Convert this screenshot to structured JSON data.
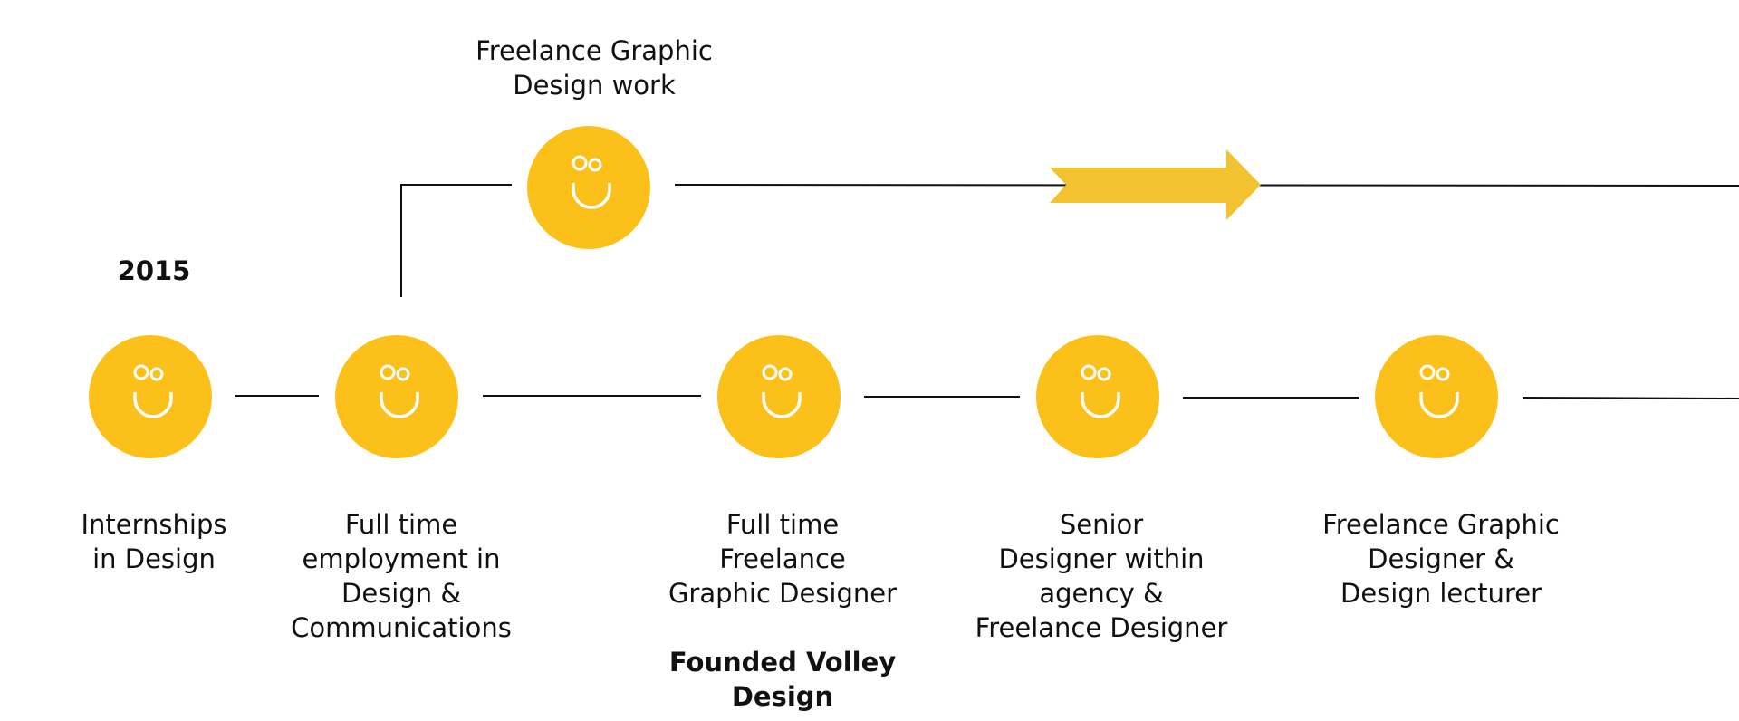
{
  "colors": {
    "node": "#FBC11A",
    "face": "#ffffff",
    "arrow": "#F2C230",
    "line": "#111111"
  },
  "year_label": "2015",
  "branch": {
    "label": "Freelance Graphic\nDesign work",
    "icon": "smiley-face-icon"
  },
  "milestones": [
    {
      "label": "Internships\nin Design",
      "icon": "smiley-face-icon"
    },
    {
      "label": "Full time\nemployment in\nDesign &\nCommunications",
      "icon": "smiley-face-icon"
    },
    {
      "label": "Full time\nFreelance\nGraphic Designer",
      "icon": "smiley-face-icon",
      "note": "Founded Volley\nDesign"
    },
    {
      "label": "Senior\nDesigner within\nagency &\nFreelance Designer",
      "icon": "smiley-face-icon"
    },
    {
      "label": "Freelance Graphic\nDesigner &\nDesign lecturer",
      "icon": "smiley-face-icon"
    }
  ],
  "direction_icon": "right-arrow-icon"
}
